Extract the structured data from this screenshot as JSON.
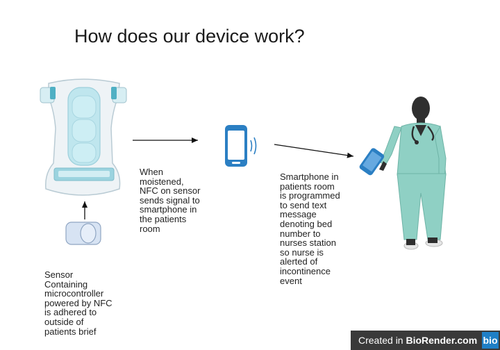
{
  "title": "How does our device work?",
  "captions": {
    "sensor": [
      "Sensor",
      "Containing",
      "microcontroller",
      "powered by NFC",
      "is adhered to",
      "outside of",
      "patients brief"
    ],
    "moistened": [
      "When",
      "moistened,",
      "NFC on sensor",
      "sends signal to",
      "smartphone in",
      "the patients",
      "room"
    ],
    "smartphone": [
      "Smartphone in",
      "patients room",
      "is programmed",
      "to send text",
      "message",
      "denoting bed",
      "number to",
      "nurses station",
      "so nurse is",
      "alerted of",
      "incontinence",
      "event"
    ]
  },
  "icons": [
    "diaper-icon",
    "sensor-icon",
    "smartphone-icon",
    "phone-in-hand-icon",
    "nurse-icon"
  ],
  "badge": {
    "prefix": "Created in ",
    "brand": "BioRender.com",
    "logo": "bio"
  },
  "colors": {
    "phone_blue": "#2b7fc3",
    "scrubs": "#8fd0c4",
    "diaper_blue": "#bfe6ee",
    "badge_bg": "#3a3a3a"
  }
}
